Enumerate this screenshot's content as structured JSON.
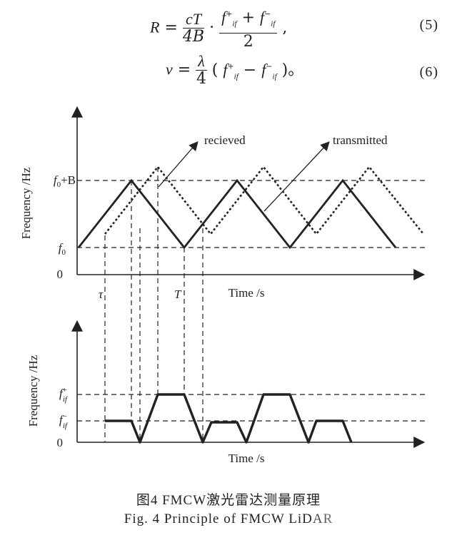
{
  "equations": {
    "eq5": {
      "lhs": "R",
      "frac1_num": "cT",
      "frac1_den": "4B",
      "f_plus": "f",
      "sub": "if",
      "plus": "+",
      "minus": "−",
      "den2": "2",
      "tail": ",",
      "number": "(5)"
    },
    "eq6": {
      "lhs": "v",
      "lambda": "λ",
      "den": "4",
      "number": "(6)"
    }
  },
  "figure": {
    "top_plot": {
      "ylabel": "Frequency /Hz",
      "xlabel": "Time /s",
      "ytick_top": "f0+B",
      "ytick_mid": "f0",
      "ytick_zero": "0",
      "label_received": "recieved",
      "label_transmitted": "transmitted",
      "label_tau": "τ",
      "label_T": "T"
    },
    "bottom_plot": {
      "ylabel": "Frequency /Hz",
      "xlabel": "Time /s",
      "ytick_plus": "f if +",
      "ytick_minus": "f if −",
      "ytick_zero": "0"
    }
  },
  "caption": {
    "cn": "图4  FMCW激光雷达测量原理",
    "en": "Fig. 4   Principle of FMCW LiDAR"
  }
}
